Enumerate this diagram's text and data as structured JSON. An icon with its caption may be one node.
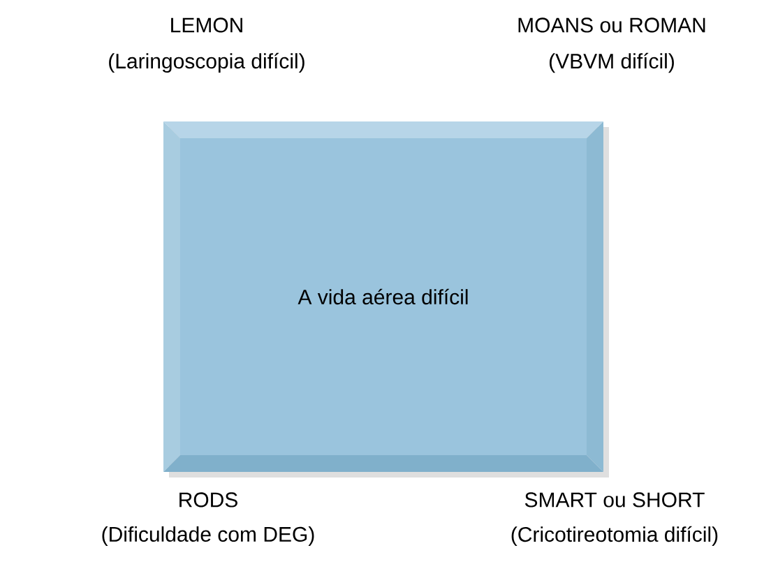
{
  "diagram": {
    "nodes": [
      {
        "text": [
          "A vida aérea difícil"
        ]
      }
    ],
    "labels": [
      "LEMON",
      "(Laringoscopia difícil)",
      "MOANS ou ROMAN",
      "(VBVM difícil)",
      "RODS",
      "(Dificuldade com DEG)",
      "SMART ou SHORT",
      "(Cricotireotomia difícil)"
    ]
  }
}
